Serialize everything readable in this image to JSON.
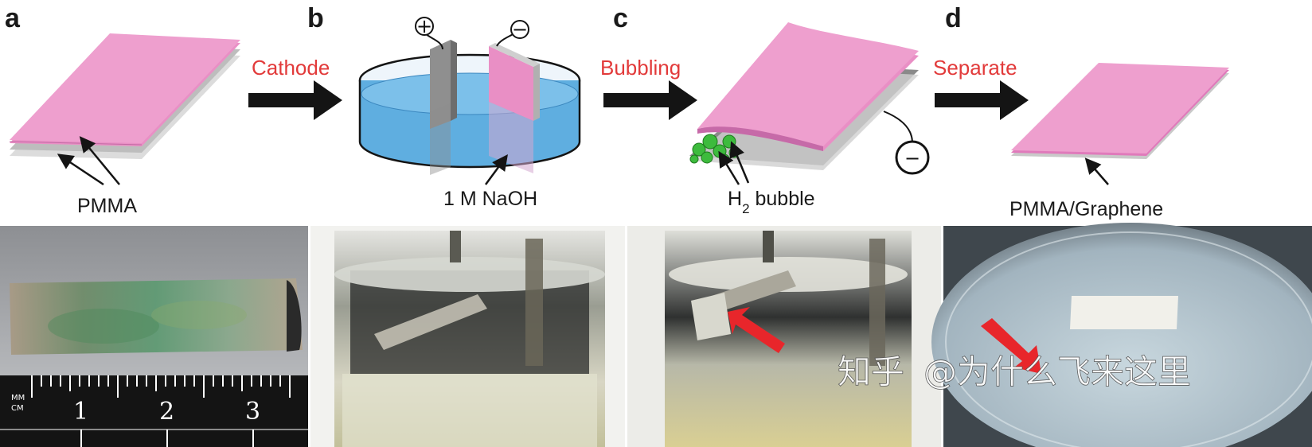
{
  "panels": {
    "a": {
      "letter": "a",
      "callout": "PMMA"
    },
    "b": {
      "letter": "b",
      "callout": "1 M NaOH",
      "anode_sign": "+",
      "cathode_sign": "−"
    },
    "c": {
      "letter": "c",
      "callout_main": "H",
      "callout_sub": "2",
      "callout_rest": " bubble",
      "terminal_sign": "−"
    },
    "d": {
      "letter": "d",
      "callout": "PMMA/Graphene"
    }
  },
  "steps": [
    {
      "label": "Cathode"
    },
    {
      "label": "Bubbling"
    },
    {
      "label": "Separate"
    }
  ],
  "photos": {
    "ruler": {
      "unit_top": "MM",
      "unit_bottom": "CM",
      "numbers": [
        "1",
        "2",
        "3"
      ]
    }
  },
  "watermark": {
    "logo": "知乎",
    "handle": "@为什么飞来这里"
  },
  "colors": {
    "pmma_pink": "#e98fc5",
    "pmma_pink_top": "#ee9fce",
    "graphene_grey": "#8a8a8a",
    "solution_blue": "#5faee0",
    "step_label_red": "#e23a3a",
    "arrow_black": "#141414",
    "bubble_green": "#3dbb3d",
    "pointer_red": "#e8262b"
  }
}
